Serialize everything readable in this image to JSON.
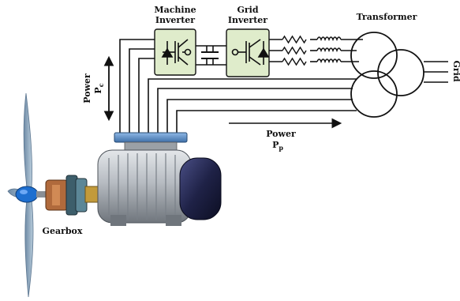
{
  "labels": {
    "machine_inverter_line1": "Machine",
    "machine_inverter_line2": "Inverter",
    "grid_inverter_line1": "Grid",
    "grid_inverter_line2": "Inverter",
    "transformer": "Transformer",
    "grid": "Grid",
    "power_c": "Power",
    "power_c_symbol": "P",
    "power_c_sub": "c",
    "power_p": "Power",
    "power_p_symbol": "P",
    "power_p_sub": "p",
    "gearbox": "Gearbox"
  },
  "colors": {
    "inverter_fill": "#dfeccb",
    "wire": "#111111",
    "motor_body": "#b8bcc2",
    "motor_end": "#23234a",
    "motor_top_plate": "#5b8fc8",
    "blade": "#8fa9bf",
    "gearbox": "#b06a3c"
  }
}
